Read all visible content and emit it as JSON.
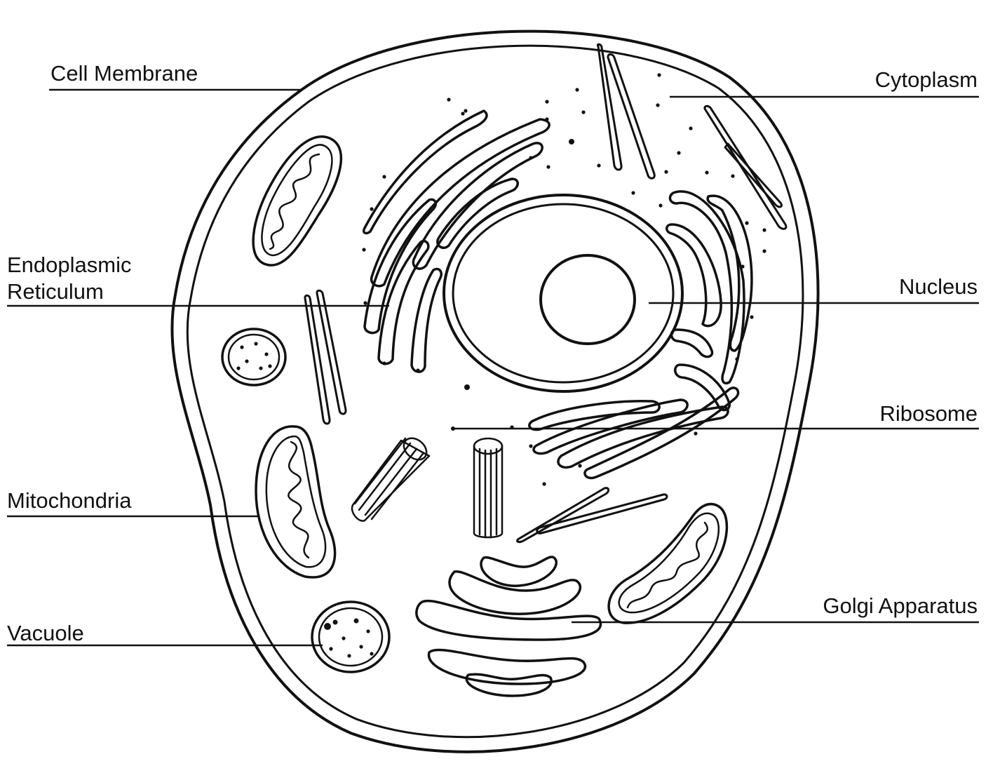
{
  "colors": {
    "ink": "#111111",
    "paper": "#ffffff"
  },
  "labels": {
    "cell_membrane": "Cell Membrane",
    "cytoplasm": "Cytoplasm",
    "endoplasmic_reticulum_line1": "Endoplasmic",
    "endoplasmic_reticulum_line2": "Reticulum",
    "nucleus": "Nucleus",
    "ribosome": "Ribosome",
    "mitochondria": "Mitochondria",
    "golgi_apparatus": "Golgi Apparatus",
    "vacuole": "Vacuole"
  }
}
